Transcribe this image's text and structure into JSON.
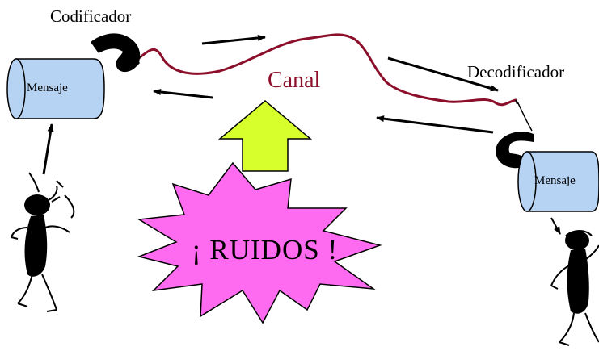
{
  "labels": {
    "encoder": "Codificador",
    "decoder": "Decodificador",
    "channel": "Canal",
    "message_left": "Mensaje",
    "message_right": "Mensaje",
    "noise": "¡ RUIDOS !"
  },
  "colors": {
    "channel_line": "#8b0f2a",
    "channel_text": "#8b0f2a",
    "message_fill": "#b7d3f3",
    "arrow_fill": "#d7ff2b",
    "noise_fill": "#ff6bf0",
    "ink": "#000000"
  }
}
